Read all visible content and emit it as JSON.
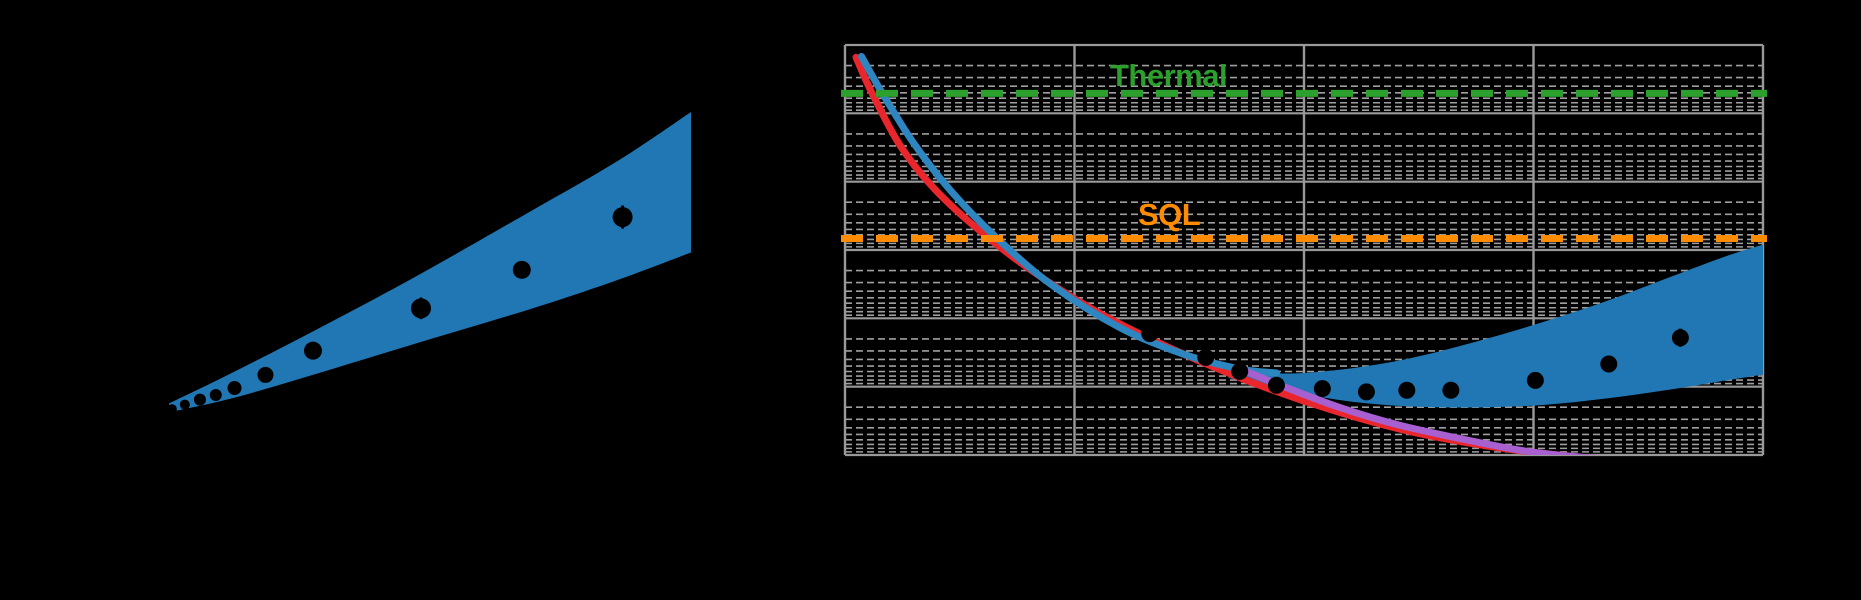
{
  "figure": {
    "background_color": "#000000",
    "panels": [
      {
        "id": "panel-left",
        "name": "left-panel-linear-band"
      },
      {
        "id": "panel-right",
        "name": "right-panel-loglog-sensitivity"
      }
    ]
  },
  "annotations": {
    "thermal_label": "Thermal",
    "sql_label": "SQL",
    "thermal_color": "#2ca02c",
    "sql_color": "#ff8c00"
  },
  "colors": {
    "band_blue": "#2077b4",
    "curve_red": "#e8262b",
    "curve_blue": "#2e86c1",
    "curve_purple": "#a85fd0",
    "marker_black": "#000000",
    "gridline_major": "#999999",
    "gridline_minor": "#bbbbbb",
    "background": "#000000"
  },
  "chart_data": [
    {
      "id": "left-panel",
      "type": "area",
      "title": "",
      "xlabel": "",
      "ylabel": "",
      "xlim": [
        0,
        1
      ],
      "ylim": [
        0,
        1
      ],
      "grid": false,
      "legend": "none",
      "description": "Wedge-shaped shaded confidence band rising from lower-left to upper-right, with black circular data points and vertical error bars lying along the band.",
      "band": {
        "name": "confidence-band",
        "color": "#2077b4",
        "x": [
          0.075,
          0.16,
          0.28,
          0.42,
          0.58,
          0.7,
          0.8
        ],
        "y_upper": [
          0.108,
          0.185,
          0.3,
          0.44,
          0.61,
          0.74,
          0.865
        ],
        "y_lower": [
          0.085,
          0.12,
          0.185,
          0.265,
          0.355,
          0.43,
          0.5
        ]
      },
      "points": {
        "name": "data-points",
        "marker": "circle",
        "color": "#000000",
        "x": [
          0.079,
          0.097,
          0.118,
          0.14,
          0.166,
          0.209,
          0.275,
          0.425,
          0.565,
          0.705
        ],
        "y": [
          0.093,
          0.105,
          0.118,
          0.13,
          0.148,
          0.182,
          0.245,
          0.355,
          0.455,
          0.592
        ],
        "yerr": [
          0.008,
          0.009,
          0.01,
          0.011,
          0.012,
          0.014,
          0.018,
          0.028,
          0.022,
          0.03
        ],
        "sizes": [
          5,
          5,
          6,
          6,
          7,
          8,
          9,
          10,
          9,
          10
        ]
      }
    },
    {
      "id": "right-panel",
      "type": "line",
      "title": "",
      "xlabel": "",
      "ylabel": "",
      "xscale": "log",
      "yscale": "log",
      "x_decades": 4,
      "y_decades": 6,
      "grid": true,
      "grid_minor": true,
      "legend": "inline-labels",
      "description": "Log-log noise / sensitivity plot. Red and blue curves fall steeply from upper-left; a purple curve continues the fall past the minimum; a blue shaded band forms a broad U-shaped total-noise envelope containing black measured data points. Two horizontal dashed reference lines mark the Thermal limit (green, upper) and the Standard Quantum Limit SQL (orange, middle).",
      "reference_lines": [
        {
          "name": "thermal-limit-line",
          "label": "Thermal",
          "color": "#2ca02c",
          "style": "dashed",
          "y_frac": 0.118
        },
        {
          "name": "sql-line",
          "label": "SQL",
          "color": "#ff8c00",
          "style": "dashed",
          "y_frac": 0.472
        }
      ],
      "series": [
        {
          "name": "red-curve",
          "color": "#e8262b",
          "x": [
            0.012,
            0.03,
            0.06,
            0.095,
            0.14,
            0.2,
            0.27,
            0.35,
            0.44,
            0.53,
            0.62,
            0.72,
            0.8,
            0.86
          ],
          "y": [
            0.03,
            0.12,
            0.245,
            0.345,
            0.44,
            0.545,
            0.645,
            0.735,
            0.82,
            0.89,
            0.945,
            0.985,
            1.005,
            1.015
          ]
        },
        {
          "name": "blue-curve",
          "color": "#2e86c1",
          "x": [
            0.018,
            0.04,
            0.075,
            0.115,
            0.165,
            0.225,
            0.3,
            0.37,
            0.43,
            0.47
          ],
          "y": [
            0.028,
            0.115,
            0.24,
            0.355,
            0.47,
            0.585,
            0.69,
            0.755,
            0.79,
            0.8
          ]
        },
        {
          "name": "purple-curve",
          "color": "#a85fd0",
          "x": [
            0.43,
            0.48,
            0.54,
            0.6,
            0.67,
            0.74,
            0.8,
            0.852
          ],
          "y": [
            0.79,
            0.835,
            0.885,
            0.925,
            0.96,
            0.99,
            1.005,
            1.013
          ]
        }
      ],
      "band": {
        "name": "total-noise-band",
        "color": "#2077b4",
        "x": [
          0.418,
          0.46,
          0.5,
          0.56,
          0.62,
          0.69,
          0.76,
          0.83,
          0.9,
          0.96,
          1.0
        ],
        "y_upper": [
          0.795,
          0.8,
          0.8,
          0.786,
          0.762,
          0.722,
          0.676,
          0.624,
          0.565,
          0.515,
          0.487
        ],
        "y_lower": [
          0.812,
          0.836,
          0.852,
          0.872,
          0.882,
          0.884,
          0.878,
          0.862,
          0.84,
          0.818,
          0.804
        ]
      },
      "points": {
        "name": "measured-data-points",
        "marker": "circle",
        "color": "#000000",
        "x": [
          0.332,
          0.393,
          0.43,
          0.47,
          0.52,
          0.568,
          0.612,
          0.66,
          0.752,
          0.832,
          0.91
        ],
        "y": [
          0.704,
          0.762,
          0.796,
          0.83,
          0.838,
          0.846,
          0.842,
          0.842,
          0.818,
          0.778,
          0.714
        ],
        "yerr": [
          0.0,
          0.0,
          0.0,
          0.0,
          0.0,
          0.0,
          0.0,
          0.0,
          0.0,
          0.0,
          0.022
        ]
      }
    }
  ]
}
